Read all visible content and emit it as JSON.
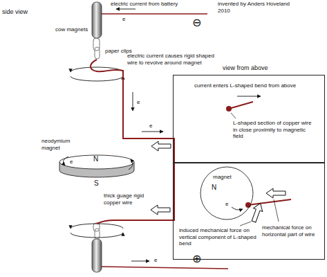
{
  "diagram": {
    "nodes": [
      {
        "text": [
          "current enters L-shaped bend from above",
          "L-shaped section of copper wire in close proximity to magnetic field"
        ]
      },
      {
        "text": [
          "N",
          "S"
        ]
      },
      {
        "text": [
          "induced mechanical force on vertical component of L-shaped bend",
          "mechanical force on horizontal part of wire"
        ]
      },
      {
        "text": [
          "magnet",
          "N",
          "e"
        ],
        "in": 2
      }
    ],
    "edges": [],
    "labels": [
      "side view",
      "electric current from battery",
      "⊖",
      "e",
      "cow magnets",
      "paper clips",
      "electric current causes rigid shaped wire to revolve around magnet",
      "e",
      "neodymium magnet",
      "e",
      "e",
      "thick guage rigid copper wire",
      "e",
      "⊕",
      "invented by Anders Hoveland",
      "2010",
      "view from above"
    ]
  }
}
